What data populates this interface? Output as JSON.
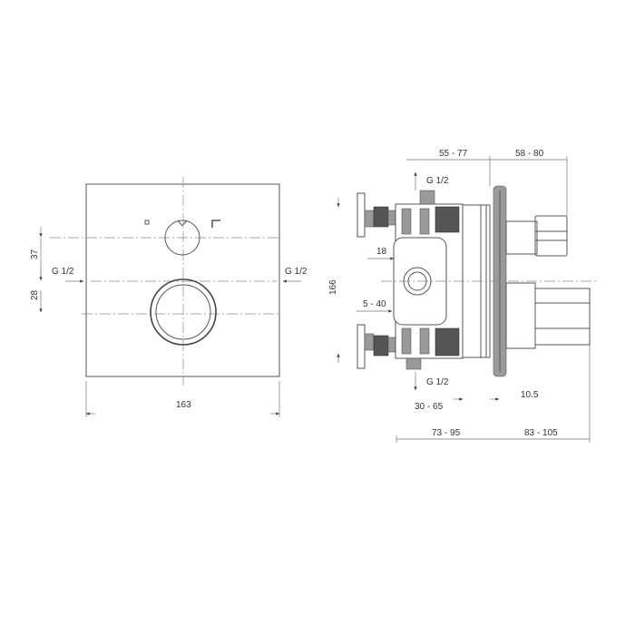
{
  "drawing": {
    "front_view": {
      "width_dim": "163",
      "upper_offset_dim": "37",
      "lower_offset_dim": "28",
      "inlet_left": "G 1/2",
      "inlet_right": "G 1/2",
      "icon_left": "flow-outlet-a-icon",
      "icon_right": "flow-outlet-b-icon"
    },
    "side_view": {
      "height_dim": "166",
      "top_outlet": "G 1/2",
      "bottom_outlet": "G 1/2",
      "dim_18": "18",
      "dim_5_40": "5 - 40",
      "dim_55_77": "55 - 77",
      "dim_58_80": "58 - 80",
      "dim_30_65": "30 - 65",
      "dim_10_5": "10.5",
      "dim_73_95": "73 - 95",
      "dim_83_105": "83 - 105"
    },
    "colors": {
      "line": "#555555",
      "background": "#ffffff"
    }
  }
}
